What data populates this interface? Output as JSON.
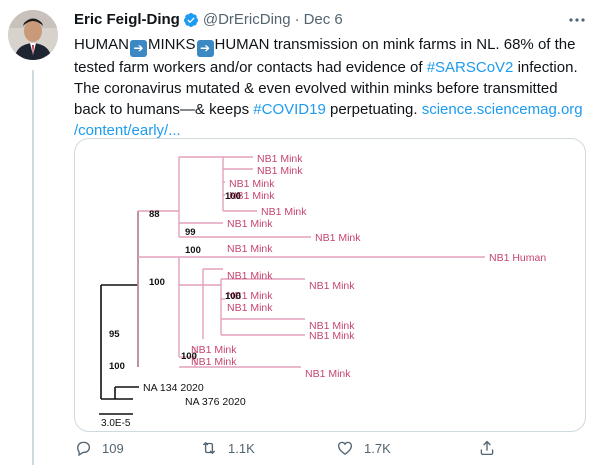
{
  "tweet": {
    "author_name": "Eric Feigl-Ding",
    "handle": "@DrEricDing",
    "separator": "·",
    "date": "Dec 6",
    "text_lines": [
      {
        "pre": "HUMAN",
        "mid1": "MINKS",
        "post": "HUMAN transmission on mink farms in NL. 68% of the"
      },
      {
        "pre": "tested farm workers and/or contacts had evidence of ",
        "hashtag": "#SARSCoV2",
        "post": " infection."
      },
      {
        "text": "The coronavirus mutated & even evolved within minks before transmitted"
      },
      {
        "pre": "back to humans—& keeps ",
        "hashtag": "#COVID19",
        "mid": " perpetuating. ",
        "link": "science.sciencemag.org"
      },
      {
        "link": "/content/early/..."
      }
    ],
    "emoji_glyph": "➔"
  },
  "tree": {
    "mink_label": "NB1 Mink",
    "human_label": "NB1 Human",
    "na134": "NA 134 2020",
    "na376": "NA 376 2020",
    "scale": "3.0E-5",
    "bootstrap": [
      "88",
      "99",
      "100",
      "100",
      "100",
      "100",
      "95",
      "100",
      "100"
    ]
  },
  "actions": {
    "reply_count": "109",
    "retweet_count": "1.1K",
    "like_count": "1.7K"
  },
  "colors": {
    "mink_branch": "#e4a0bb",
    "mink_text": "#c6456f",
    "black_branch": "#111111",
    "link": "#1d9bf0",
    "verified": "#1d9bf0"
  }
}
